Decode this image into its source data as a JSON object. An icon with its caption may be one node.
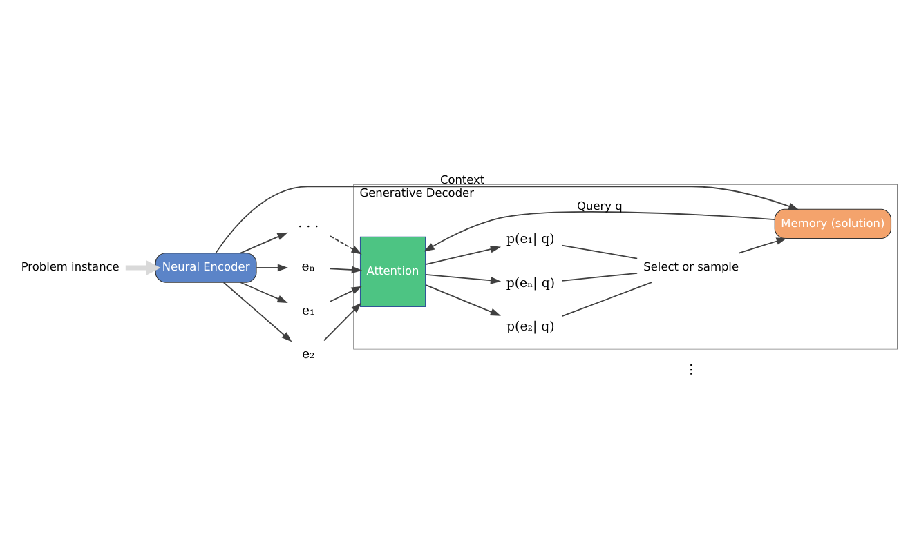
{
  "diagram": {
    "nodes": [
      {
        "text": [
          "Generative Decoder"
        ]
      },
      {
        "text": [
          "Attention"
        ],
        "in": 0
      },
      {
        "text": [
          "p(e₁| q)"
        ],
        "in": 0
      },
      {
        "text": [
          "p(e₂| q)"
        ],
        "in": 0
      },
      {
        "text": [
          "p(eₙ| q)"
        ],
        "in": 0
      },
      {
        "text": [
          "Select or sample"
        ],
        "in": 0
      },
      {
        "text": [
          "Memory (solution)"
        ],
        "in": 0
      },
      {
        "text": [
          "e₁"
        ]
      },
      {
        "text": [
          "e₂"
        ]
      },
      {
        "text": [
          ". . ."
        ]
      },
      {
        "text": [
          "eₙ"
        ]
      },
      {
        "text": [
          "Neural Encoder"
        ]
      },
      {
        "text": [
          "Problem instance"
        ]
      }
    ],
    "edges": [
      {
        "from": 7,
        "to": 1,
        "arrow": "to"
      },
      {
        "from": 8,
        "to": 1,
        "arrow": "to"
      },
      {
        "from": 9,
        "to": 1,
        "arrow": "to",
        "style": "dashed"
      },
      {
        "from": 10,
        "to": 1,
        "arrow": "to"
      },
      {
        "from": 1,
        "to": 2,
        "arrow": "to"
      },
      {
        "from": 1,
        "to": 3,
        "arrow": "to"
      },
      {
        "from": 1,
        "to": 4,
        "arrow": "to"
      },
      {
        "from": 2,
        "to": 5,
        "arrow": "none"
      },
      {
        "from": 3,
        "to": 5,
        "arrow": "none"
      },
      {
        "from": 4,
        "to": 5,
        "arrow": "none"
      },
      {
        "from": 5,
        "to": 6,
        "arrow": "to"
      },
      {
        "from": 6,
        "to": 1,
        "label": "Query q",
        "arrow": "to"
      },
      {
        "from": 11,
        "to": 7,
        "arrow": "to"
      },
      {
        "from": 11,
        "to": 8,
        "arrow": "to"
      },
      {
        "from": 11,
        "to": 9,
        "arrow": "to"
      },
      {
        "from": 11,
        "to": 10,
        "arrow": "to"
      },
      {
        "from": 11,
        "to": 6,
        "label": "Context",
        "arrow": "to"
      },
      {
        "from": 12,
        "to": 11,
        "arrow": "to",
        "style": "thick",
        "color": "#d9d9d9"
      }
    ],
    "labels": [
      "⋮"
    ]
  }
}
